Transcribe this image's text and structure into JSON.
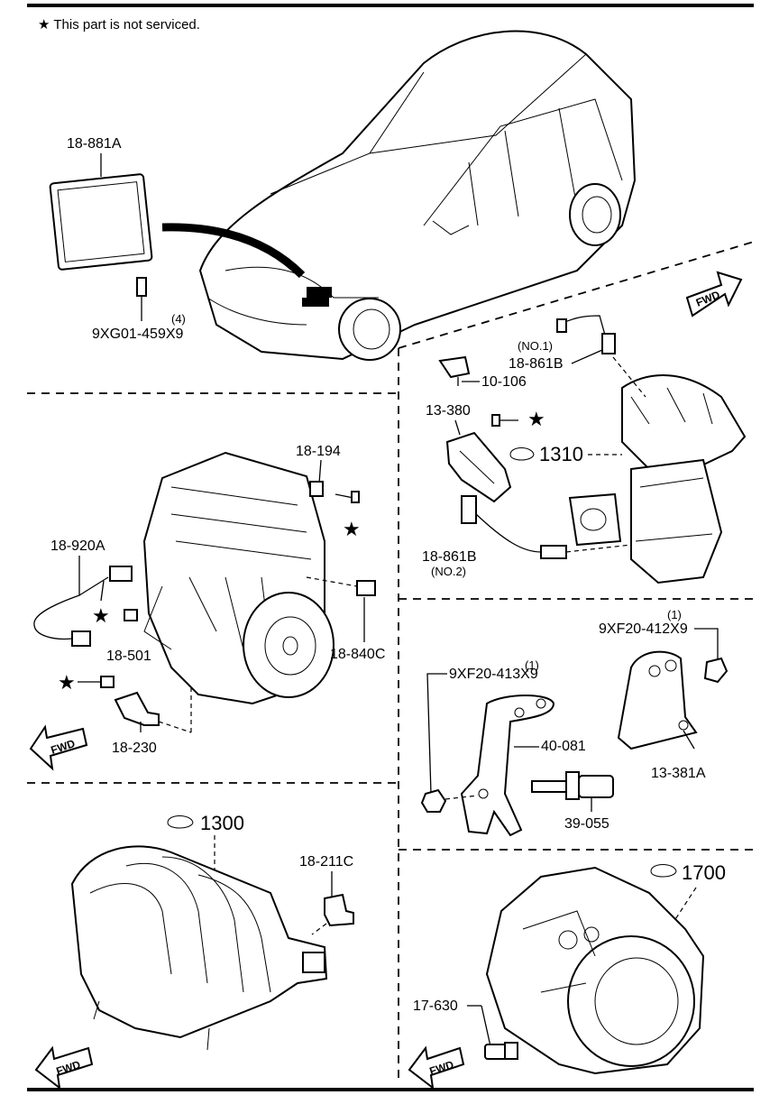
{
  "note": {
    "star": "★",
    "text": "This part is not serviced."
  },
  "labels": {
    "ecu": "18-881A",
    "ecu_bolt": "9XG01-459X9",
    "ecu_bolt_qty": "(4)",
    "o2_no1_tag": "(NO.1)",
    "o2_no1": "18-861B",
    "part_10106": "10-106",
    "part_13380": "13-380",
    "ref_1310": "1310",
    "o2_no2": "18-861B",
    "o2_no2_tag": "(NO.2)",
    "part_18194": "18-194",
    "part_18920a": "18-920A",
    "part_18501": "18-501",
    "part_18840c": "18-840C",
    "part_18230": "18-230",
    "bracket_bolt_a_qty": "(1)",
    "bracket_bolt_a": "9XF20-412X9",
    "bracket_bolt_b_qty": "(1)",
    "bracket_bolt_b": "9XF20-413X9",
    "part_40081": "40-081",
    "part_13381a": "13-381A",
    "part_39055": "39-055",
    "ref_1300": "1300",
    "part_18211c": "18-211C",
    "ref_1700": "1700",
    "part_17630": "17-630",
    "fwd": "FWD"
  }
}
